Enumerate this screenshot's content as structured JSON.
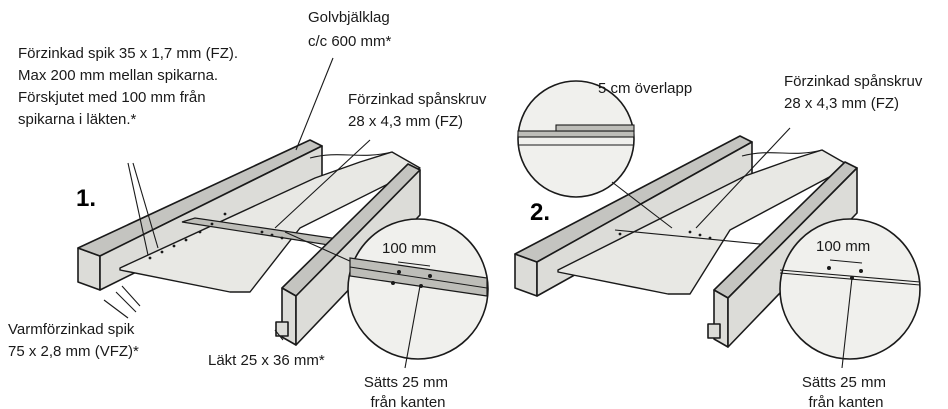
{
  "step1": {
    "number": "1.",
    "nail_label": [
      "Förzinkad spik 35 x 1,7 mm (FZ).",
      "Max 200 mm mellan spikarna.",
      "Förskjutet med 100 mm från",
      "spikarna i läkten.*"
    ],
    "joist_label": [
      "Golvbjälklag",
      "c/c 600 mm*"
    ],
    "screw_label": [
      "Förzinkad spånskruv",
      "28 x 4,3 mm (FZ)"
    ],
    "hot_dip_nail_label": [
      "Varmförzinkad spik",
      "75 x 2,8 mm (VFZ)*"
    ],
    "batten_label": "Läkt 25 x 36 mm*",
    "distance_label": "100 mm",
    "edge_label": [
      "Sätts 25 mm",
      "från kanten"
    ]
  },
  "step2": {
    "number": "2.",
    "overlap_label": "5 cm överlapp",
    "screw_label": [
      "Förzinkad spånskruv",
      "28 x 4,3 mm (FZ)"
    ],
    "distance_label": "100 mm",
    "edge_label": [
      "Sätts 25 mm",
      "från kanten"
    ]
  }
}
